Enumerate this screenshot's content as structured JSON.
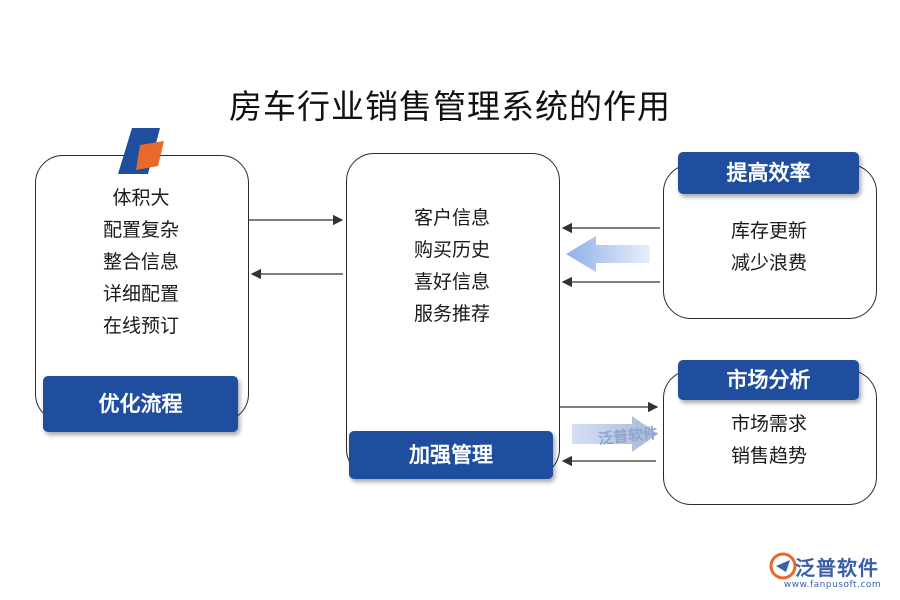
{
  "title": "房车行业销售管理系统的作用",
  "left": {
    "items": [
      "体积大",
      "配置复杂",
      "整合信息",
      "详细配置",
      "在线预订"
    ],
    "button": "优化流程"
  },
  "center": {
    "items": [
      "客户信息",
      "购买历史",
      "喜好信息",
      "服务推荐"
    ],
    "button": "加强管理"
  },
  "right_top": {
    "header": "提高效率",
    "items": [
      "库存更新",
      "减少浪费"
    ]
  },
  "right_bottom": {
    "header": "市场分析",
    "items": [
      "市场需求",
      "销售趋势"
    ]
  },
  "watermark": "泛普软件",
  "brand": {
    "name": "泛普软件",
    "url": "www.fanpusoft.com"
  },
  "colors": {
    "accent": "#1f4e9e",
    "logo_orange": "#e8692a",
    "logo_blue": "#1f4e9e"
  }
}
